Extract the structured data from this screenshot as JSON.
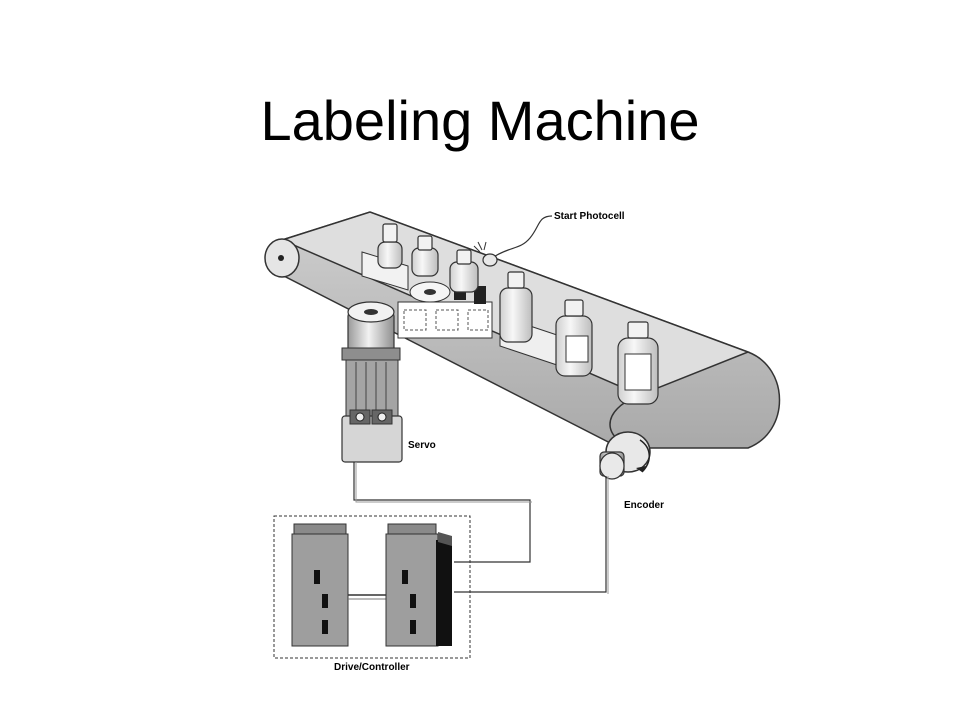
{
  "slide": {
    "title": "Labeling Machine"
  },
  "diagram": {
    "labels": {
      "start_photocell": "Start Photocell",
      "servo": "Servo",
      "encoder": "Encoder",
      "drive_controller": "Drive/Controller"
    },
    "colors": {
      "belt_top": "#d9d9d9",
      "belt_side": "#bdbdbd",
      "outline": "#333333",
      "drive_body": "#9e9e9e",
      "drive_dark": "#111111"
    }
  }
}
